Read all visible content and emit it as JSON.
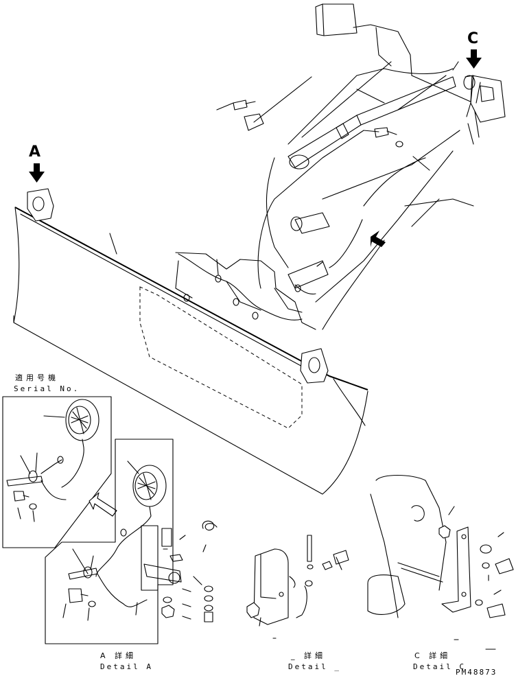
{
  "view_labels": {
    "a": "A",
    "c": "C"
  },
  "serial": {
    "jp": "適用号機",
    "en": "Serial No."
  },
  "details": {
    "a": {
      "jp": "A 詳細",
      "en": "Detail A"
    },
    "b": {
      "jp": "_ 詳細",
      "en": "Detail _"
    },
    "c": {
      "jp": "C 詳細",
      "en": "Detail C"
    }
  },
  "drawing_number": "PM48873"
}
